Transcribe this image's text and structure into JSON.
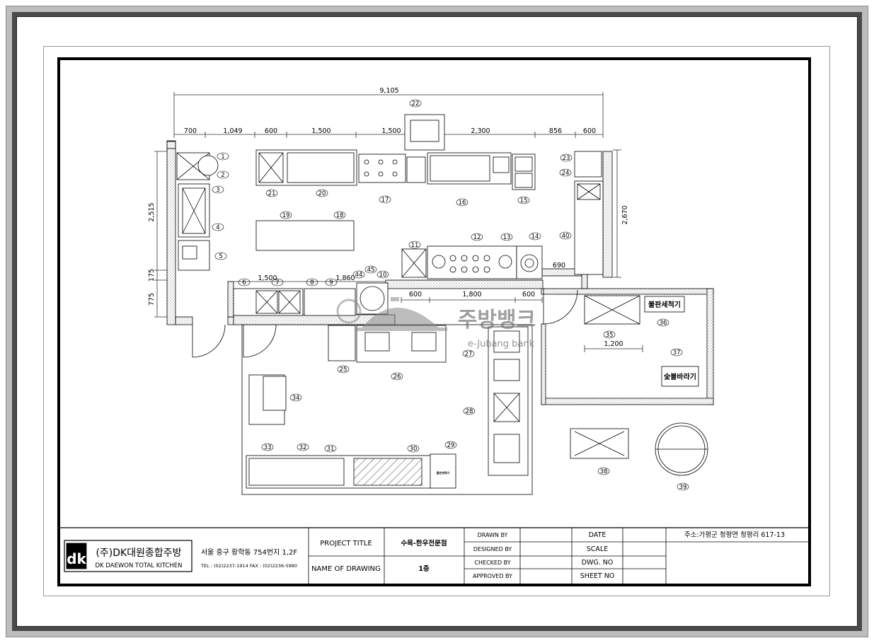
{
  "dimensions": {
    "overall": "9,105",
    "top_row": [
      "700",
      "1,049",
      "600",
      "1,500",
      "1,500",
      "2,300",
      "856",
      "600"
    ],
    "left": [
      "2,515",
      "175",
      "775"
    ],
    "right": "2,670",
    "mid_1500": "1,500",
    "mid_1860": "1,860",
    "range": [
      "600",
      "1,800",
      "600"
    ],
    "d690": "690",
    "d1200": "1,200"
  },
  "items": [
    "1",
    "2",
    "3",
    "4",
    "5",
    "6",
    "7",
    "8",
    "9",
    "10",
    "11",
    "12",
    "13",
    "14",
    "15",
    "16",
    "17",
    "18",
    "19",
    "20",
    "21",
    "22",
    "23",
    "24",
    "25",
    "26",
    "27",
    "28",
    "29",
    "30",
    "31",
    "32",
    "33",
    "34",
    "35",
    "36",
    "37",
    "38",
    "39",
    "40",
    "44",
    "45"
  ],
  "room_labels": {
    "dish_washer": "불판세척기",
    "charcoal_grill": "숯불바라기",
    "small_label": "불판세척기"
  },
  "watermark": {
    "korean": "주방뱅크",
    "english": "e-Jubang bank"
  },
  "title_block": {
    "logo_mark": "dk",
    "company_kr": "(주)DK대원종합주방",
    "company_en": "DK DAEWON TOTAL KITCHEN",
    "address": "서울 중구 황학동 754번지 1,2F",
    "contact": "TEL : (02)2237-1914   FAX : (02)2236-5980",
    "project_title_label": "PROJECT TITLE",
    "project_title": "수목-한우전문점",
    "drawing_name_label": "NAME OF DRAWING",
    "drawing_name": "1층",
    "drawn_by": "DRAWN BY",
    "designed_by": "DESIGNED BY",
    "checked_by": "CHECKED BY",
    "approved_by": "APPROVED BY",
    "date": "DATE",
    "scale": "SCALE",
    "dwg_no": "DWG. NO",
    "sheet_no": "SHEET NO",
    "site_address": "주소:가평군 청평면 청평리 617-13"
  }
}
